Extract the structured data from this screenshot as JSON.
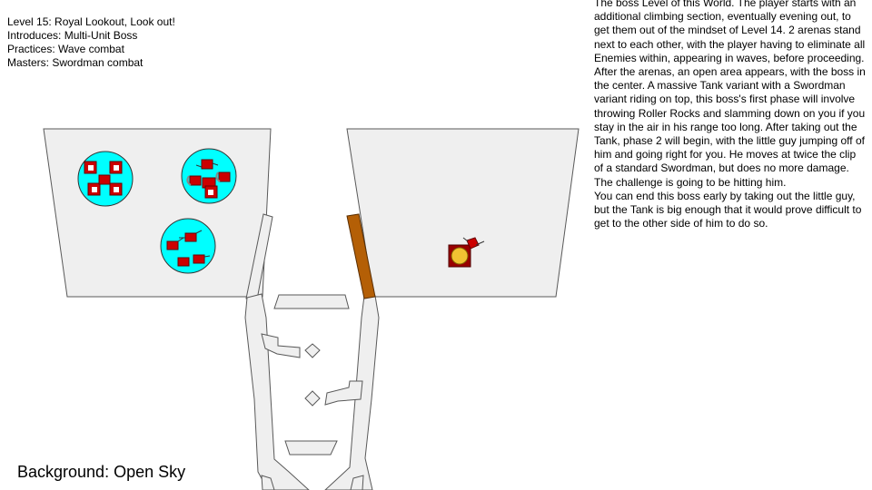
{
  "level": {
    "title": "Level 15: Royal Lookout, Look out!",
    "introduces": "Introduces: Multi-Unit Boss",
    "practices": "Practices: Wave combat",
    "masters": "Masters: Swordman combat"
  },
  "description": {
    "paragraph1": "The boss Level of this World. The player starts with an additional climbing section, eventually evening out, to get them out of the mindset of Level 14. 2 arenas stand next to each other, with the player having to eliminate all Enemies within, appearing in waves, before proceeding. After the arenas, an open area appears, with the boss in the center. A massive Tank variant with a Swordman variant riding on top, this boss's first phase will involve throwing Roller Rocks and slamming down on you if you stay in the air in his range too long. After taking out the Tank, phase 2 will begin, with the little guy jumping off of him and going right for you. He moves at twice the clip of a standard Swordman, but does no more damage. The challenge is going to be hitting him.",
    "paragraph2": "You can end this boss early by taking out the little guy, but the Tank is big enough that it would prove difficult to get to the other side of him to do so."
  },
  "background_label": "Background: Open Sky",
  "colors": {
    "platform_fill": "#efefef",
    "platform_stroke": "#595959",
    "wave_circle": "#00ffff",
    "enemy_red": "#cc0000",
    "boss_tank": "#990000",
    "boss_core": "#f1c232",
    "gate": "#b45f06"
  },
  "icons": [
    "enemy-wave-circle",
    "swordman-enemy-icon",
    "tank-enemy-icon",
    "roller-rock-thrower-icon",
    "boss-tank-icon",
    "boss-swordman-icon"
  ]
}
